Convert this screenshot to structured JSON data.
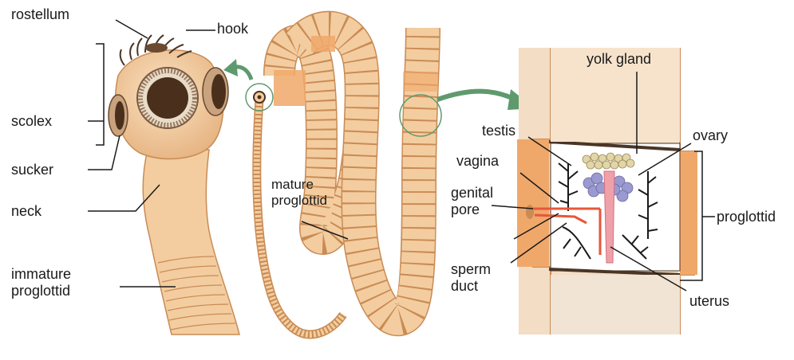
{
  "labels": {
    "rostellum": "rostellum",
    "hook": "hook",
    "scolex": "scolex",
    "sucker": "sucker",
    "neck": "neck",
    "immature_proglottid": "immature\nproglottid",
    "mature_proglottid": "mature\nproglottid",
    "yolk_gland": "yolk gland",
    "testis": "testis",
    "ovary": "ovary",
    "vagina": "vagina",
    "genital_pore": "genital\npore",
    "proglottid": "proglottid",
    "sperm_duct": "sperm\nduct",
    "uterus": "uterus"
  },
  "colors": {
    "body": "#f3cd9f",
    "body_dark": "#d99c62",
    "segment_orange": "#f0a86a",
    "sucker_dark": "#5a3a22",
    "arrow_green": "#5e9a6e",
    "reproductive_red": "#e8563a",
    "ovary_purple": "#9a9ad0",
    "yolk": "#e2d6a8",
    "uterus_pink": "#f0a0a8"
  }
}
